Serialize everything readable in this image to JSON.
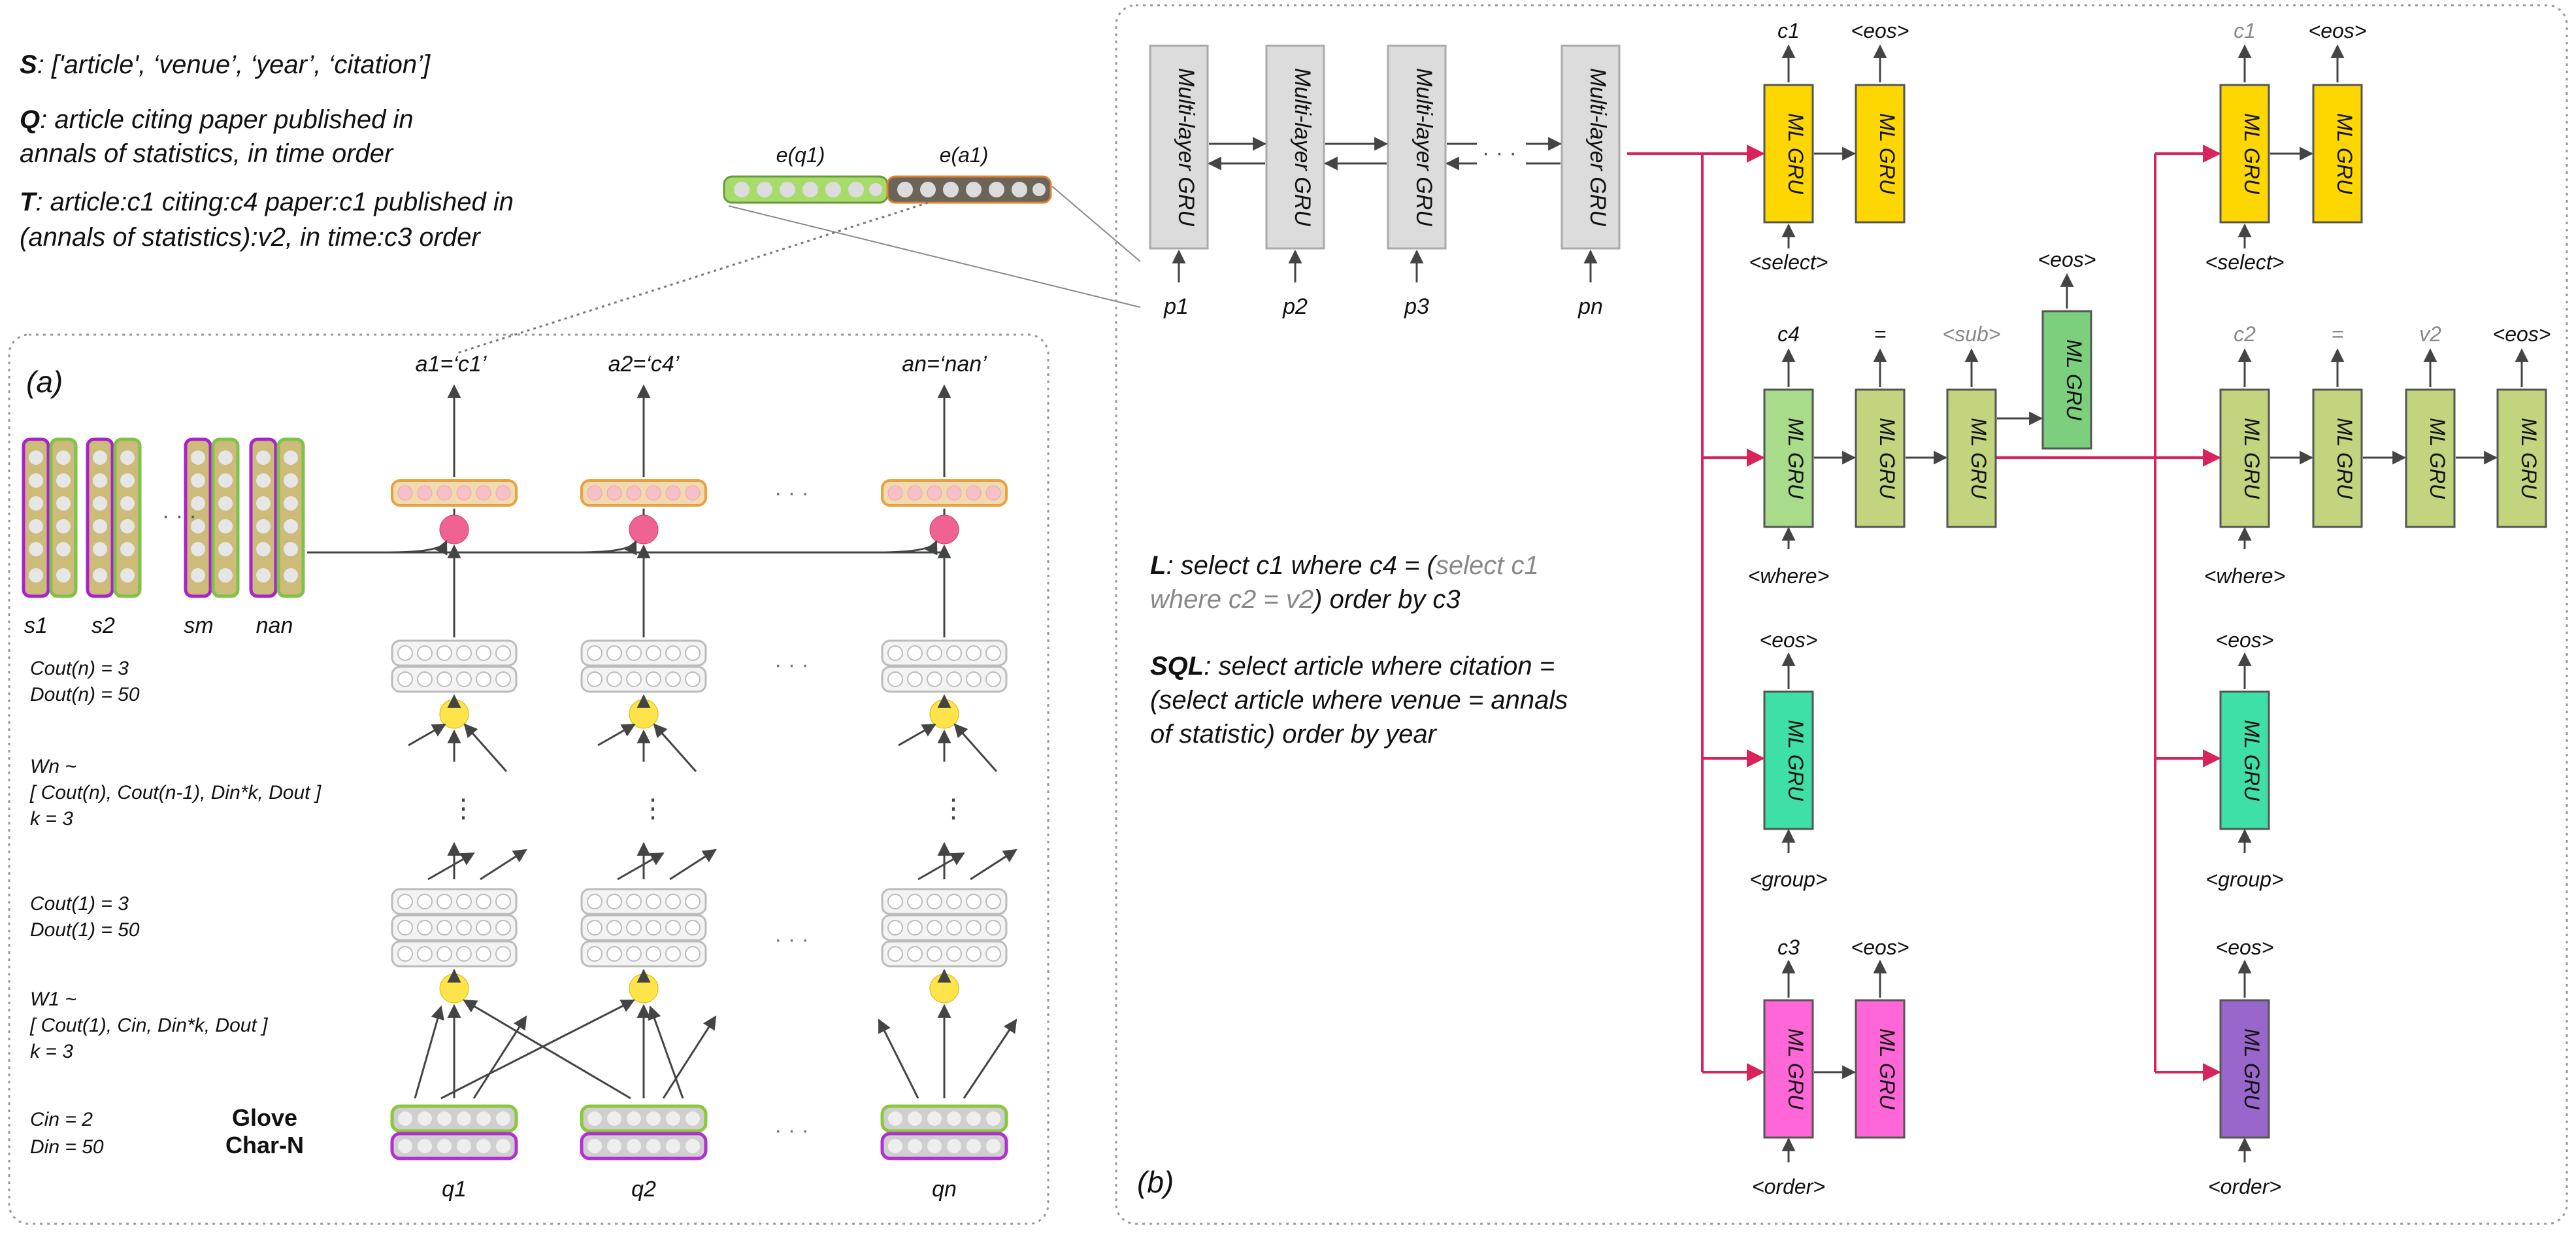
{
  "header": {
    "S_key": "S",
    "S_text": ": ['article', ‘venue’, ‘year’, ‘citation’]",
    "Q_key": "Q",
    "Q_line1": ": article citing paper published in",
    "Q_line2": "annals of statistics, in time order",
    "T_key": "T",
    "T_line1": ": article:c1 citing:c4 paper:c1 published in",
    "T_line2": "(annals of statistics):v2, in time:c3 order",
    "eq1": "e(q1)",
    "ea1": "e(a1)"
  },
  "panel_a": {
    "label": "(a)",
    "answers": [
      "a1=‘c1’",
      "a2=‘c4’",
      "an=‘nan’"
    ],
    "schema_labels": [
      "s1",
      "s2",
      "sm",
      "nan"
    ],
    "cout_n": "Cout(n) = 3",
    "dout_n": "Dout(n) = 50",
    "wn_1": "Wn ~",
    "wn_2": "[ Cout(n), Cout(n-1), Din*k, Dout ]",
    "wn_3": "k = 3",
    "cout_1": "Cout(1) = 3",
    "dout_1": "Dout(1) = 50",
    "w1_1": "W1 ~",
    "w1_2": "[ Cout(1), Cin, Din*k, Dout ]",
    "w1_3": "k = 3",
    "cin": "Cin = 2",
    "din": "Din = 50",
    "glove": "Glove",
    "charn": "Char-N",
    "questions": [
      "q1",
      "q2",
      "qn"
    ]
  },
  "panel_b": {
    "label": "(b)",
    "encoder_label": "Multi-layer GRU",
    "encoder_inputs": [
      "p1",
      "p2",
      "p3",
      "pn"
    ],
    "gru_label": "ML GRU",
    "L_key": "L",
    "L_line1": ": select c1 where c4 = (",
    "L_gray1": "select c1",
    "L_gray2": "where c2 = v2",
    "L_line2": ") order by c3",
    "SQL_key": "SQL",
    "SQL_line1": ": select article where citation =",
    "SQL_line2": "(select article where venue = annals",
    "SQL_line3": "of statistic) order by year",
    "decoder_tokens": {
      "c1": "c1",
      "eos": "<eos>",
      "select": "<select>",
      "c4": "c4",
      "eq": "=",
      "sub": "<sub>",
      "where": "<where>",
      "group": "<group>",
      "c3": "c3",
      "order": "<order>",
      "c2": "c2",
      "v2": "v2"
    }
  },
  "colors": {
    "yellow": "#ffd700",
    "green_light": "#a8dc8a",
    "olive": "#c3d47e",
    "teal": "#3fe0a8",
    "magenta": "#ff66d8",
    "purple": "#9966cc",
    "red_line": "#d8245a",
    "gray_box": "#dcdcdc"
  }
}
